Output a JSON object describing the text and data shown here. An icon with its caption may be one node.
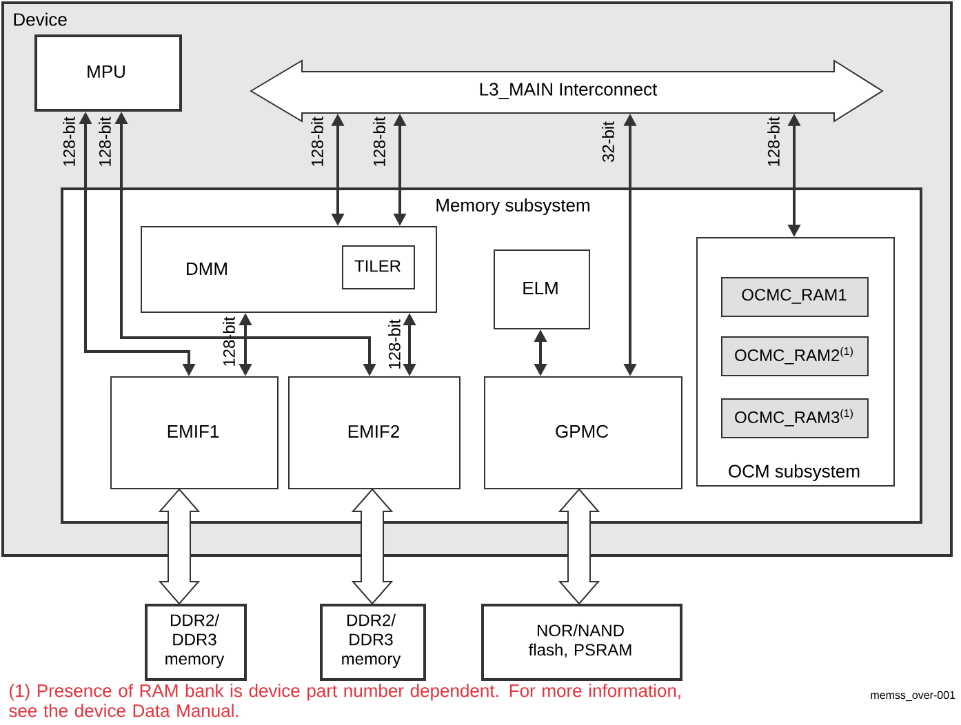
{
  "diagram": {
    "nodes": [
      {
        "text": [
          "Device"
        ]
      },
      {
        "text": [
          "MPU"
        ],
        "in": 0
      },
      {
        "text": [
          "L3_MAIN Interconnect"
        ],
        "in": 0
      },
      {
        "text": [
          "Memory subsystem"
        ],
        "in": 0
      },
      {
        "text": [
          "DMM"
        ],
        "in": 3
      },
      {
        "text": [
          "TILER"
        ],
        "in": 4
      },
      {
        "text": [
          "ELM"
        ],
        "in": 3
      },
      {
        "text": [
          "OCM subsystem"
        ],
        "in": 3
      },
      {
        "text": [
          "OCMC_RAM1"
        ],
        "in": 7
      },
      {
        "text": [
          "OCMC_RAM2$^{(1)}$"
        ],
        "in": 7
      },
      {
        "text": [
          "OCMC_RAM3$^{(1)}$"
        ],
        "in": 7
      },
      {
        "text": [
          "EMIF1"
        ],
        "in": 3
      },
      {
        "text": [
          "EMIF2"
        ],
        "in": 3
      },
      {
        "text": [
          "GPMC"
        ],
        "in": 3
      },
      {
        "text": [
          "DDR2/ DDR3 memory"
        ]
      },
      {
        "text": [
          "DDR2/ DDR3 memory"
        ]
      },
      {
        "text": [
          "NOR/NAND flash, PSRAM"
        ]
      }
    ],
    "edges": [
      {
        "from": 1,
        "to": 11,
        "arrow": "both",
        "label": "128-bit"
      },
      {
        "from": 1,
        "to": 12,
        "arrow": "both",
        "label": "128-bit"
      },
      {
        "from": 2,
        "to": 4,
        "arrow": "both",
        "label": "128-bit"
      },
      {
        "from": 2,
        "to": 4,
        "arrow": "both",
        "label": "128-bit"
      },
      {
        "from": 2,
        "to": 13,
        "arrow": "both",
        "label": "32-bit"
      },
      {
        "from": 2,
        "to": 7,
        "arrow": "both",
        "label": "128-bit"
      },
      {
        "from": 4,
        "to": 11,
        "arrow": "both",
        "label": "128-bit"
      },
      {
        "from": 4,
        "to": 12,
        "arrow": "both",
        "label": "128-bit"
      },
      {
        "from": 6,
        "to": 13,
        "arrow": "both"
      },
      {
        "from": 11,
        "to": 14,
        "arrow": "both",
        "style": "thick"
      },
      {
        "from": 12,
        "to": 15,
        "arrow": "both",
        "style": "thick"
      },
      {
        "from": 13,
        "to": 16,
        "arrow": "both",
        "style": "thick"
      }
    ],
    "labels": [
      "(1) Presence of RAM bank is device part number dependent. For more information, see the device Data Manual.",
      "memss_over-001"
    ]
  }
}
